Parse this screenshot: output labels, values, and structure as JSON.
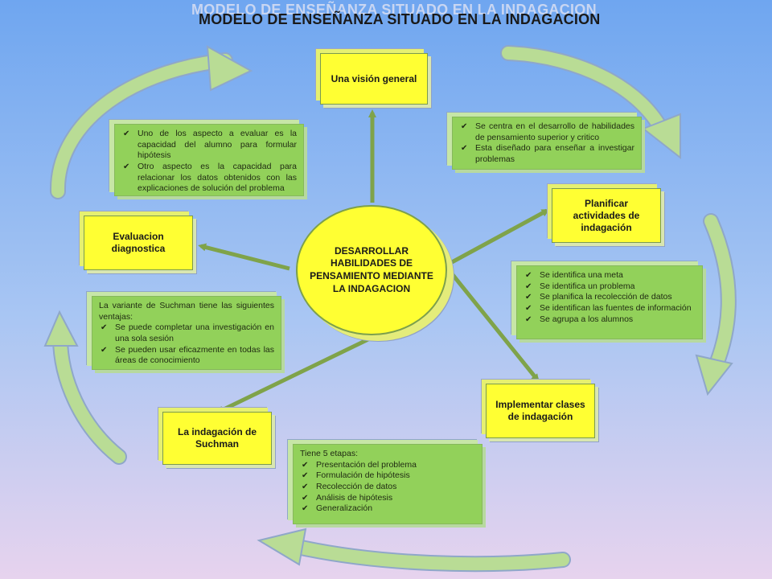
{
  "title": "MODELO DE ENSEÑANZA SITUADO EN LA INDAGACION",
  "title_shadow": "MODELO DE ENSEÑANZA SITUADO EN LA INDAGACION",
  "center": {
    "text": "DESARROLLAR HABILIDADES DE PENSAMIENTO MEDIANTE LA INDAGACION"
  },
  "boxes": {
    "vision": "Una visión general",
    "planificar": "Planificar actividades de indagación",
    "implementar": "Implementar clases de indagación",
    "suchman": "La indagación de Suchman",
    "evaluacion": "Evaluacion diagnostica"
  },
  "notes": {
    "vision": {
      "items": [
        "Se centra en el desarrollo de habilidades de pensamiento superior y critico",
        "Esta diseñado para enseñar a investigar problemas"
      ]
    },
    "planificar": {
      "items": [
        "Se identifica una meta",
        "Se identifica un problema",
        "Se planifica la recolección de datos",
        "Se identifican las fuentes de información",
        "Se agrupa a los alumnos"
      ]
    },
    "implementar": {
      "intro": "Tiene 5 etapas:",
      "items": [
        "Presentación del problema",
        "Formulación de hipótesis",
        "Recolección de datos",
        "Análisis de hipótesis",
        "Generalización"
      ]
    },
    "suchman": {
      "intro": "La variante de Suchman tiene las siguientes ventajas:",
      "items": [
        "Se puede completar una investigación en una sola sesión",
        "Se pueden usar eficazmente en todas las áreas de conocimiento"
      ]
    },
    "evaluacion": {
      "items": [
        "Uno de los aspecto a evaluar es la capacidad del alumno para formular hipótesis",
        "Otro aspecto es la capacidad para relacionar los datos obtenidos con las explicaciones de solución del problema"
      ]
    }
  },
  "check_glyph": "✔",
  "colors": {
    "yellow": "#ffff33",
    "green_box": "#92d15a",
    "arrow_green": "#8fb255",
    "cycle_arrow": "#a9cf84"
  }
}
